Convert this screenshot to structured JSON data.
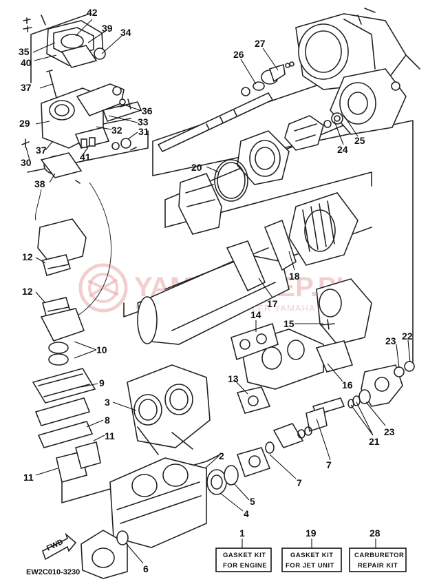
{
  "diagram_code": "EW2C010-3230",
  "fwd_label": "FWD",
  "watermark": {
    "main": "YAMA-SKLEP.PL",
    "sub": "WOJCIECHOWICZ | DEALER YAMAHA"
  },
  "callouts": [
    {
      "id": "c42",
      "text": "42"
    },
    {
      "id": "c39",
      "text": "39"
    },
    {
      "id": "c34",
      "text": "34"
    },
    {
      "id": "c35",
      "text": "35"
    },
    {
      "id": "c40",
      "text": "40"
    },
    {
      "id": "c37a",
      "text": "37"
    },
    {
      "id": "c36",
      "text": "36"
    },
    {
      "id": "c33",
      "text": "33"
    },
    {
      "id": "c29",
      "text": "29"
    },
    {
      "id": "c32",
      "text": "32"
    },
    {
      "id": "c31",
      "text": "31"
    },
    {
      "id": "c37b",
      "text": "37"
    },
    {
      "id": "c41",
      "text": "41"
    },
    {
      "id": "c30",
      "text": "30"
    },
    {
      "id": "c38",
      "text": "38"
    },
    {
      "id": "c26",
      "text": "26"
    },
    {
      "id": "c27",
      "text": "27"
    },
    {
      "id": "c24",
      "text": "24"
    },
    {
      "id": "c25",
      "text": "25"
    },
    {
      "id": "c20",
      "text": "20"
    },
    {
      "id": "c18",
      "text": "18"
    },
    {
      "id": "c17",
      "text": "17"
    },
    {
      "id": "c12a",
      "text": "12"
    },
    {
      "id": "c12b",
      "text": "12"
    },
    {
      "id": "c14",
      "text": "14"
    },
    {
      "id": "c15",
      "text": "15"
    },
    {
      "id": "c10",
      "text": "10"
    },
    {
      "id": "c23a",
      "text": "23"
    },
    {
      "id": "c22",
      "text": "22"
    },
    {
      "id": "c9",
      "text": "9"
    },
    {
      "id": "c13",
      "text": "13"
    },
    {
      "id": "c16",
      "text": "16"
    },
    {
      "id": "c3",
      "text": "3"
    },
    {
      "id": "c8",
      "text": "8"
    },
    {
      "id": "c11a",
      "text": "11"
    },
    {
      "id": "c21",
      "text": "21"
    },
    {
      "id": "c23b",
      "text": "23"
    },
    {
      "id": "c11b",
      "text": "11"
    },
    {
      "id": "c7a",
      "text": "7"
    },
    {
      "id": "c2",
      "text": "2"
    },
    {
      "id": "c7b",
      "text": "7"
    },
    {
      "id": "c5",
      "text": "5"
    },
    {
      "id": "c4",
      "text": "4"
    },
    {
      "id": "c6",
      "text": "6"
    }
  ],
  "kits": [
    {
      "number": "1",
      "line1": "GASKET KIT",
      "line2": "FOR ENGINE"
    },
    {
      "number": "19",
      "line1": "GASKET KIT",
      "line2": "FOR JET UNIT"
    },
    {
      "number": "28",
      "line1": "CARBURETOR",
      "line2": "REPAIR KIT"
    }
  ]
}
